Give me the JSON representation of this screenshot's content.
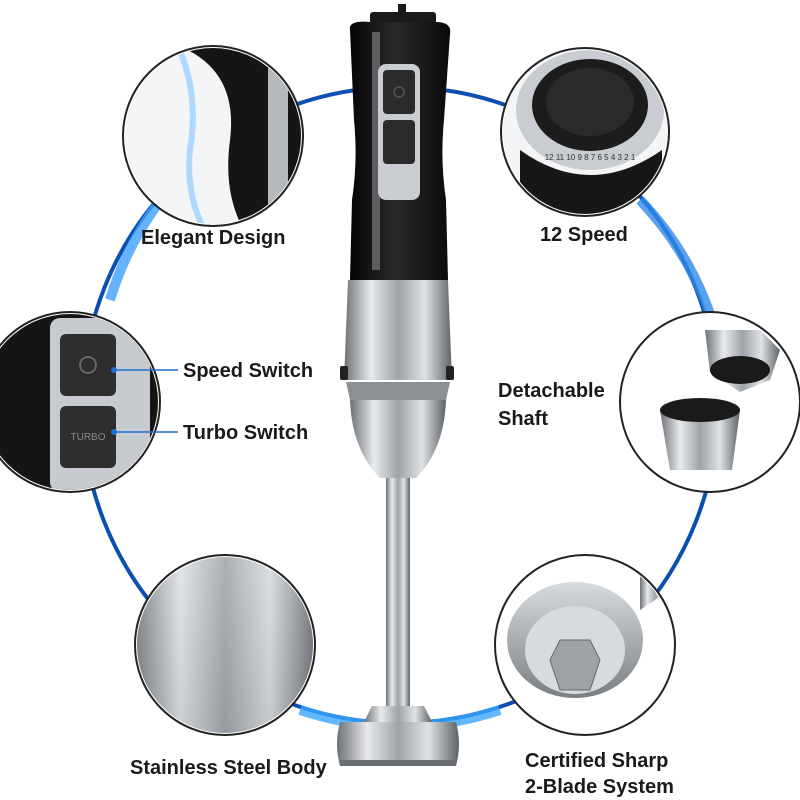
{
  "features": {
    "elegant_design": "Elegant Design",
    "twelve_speed": "12 Speed",
    "speed_switch": "Speed Switch",
    "turbo_switch": "Turbo Switch",
    "detachable_shaft_line1": "Detachable",
    "detachable_shaft_line2": "Shaft",
    "stainless_body": "Stainless Steel Body",
    "blade_line1": "Certified Sharp",
    "blade_line2": "2-Blade System"
  },
  "speed_dial": {
    "numbers": [
      "12",
      "11",
      "10",
      "9",
      "8",
      "7",
      "6",
      "5",
      "4",
      "3",
      "2",
      "1"
    ]
  },
  "switch_panel": {
    "turbo_label": "TURBO"
  },
  "colors": {
    "ring_blue": "#1f6fd1",
    "ring_light": "#8ec8ff",
    "body_black": "#141414",
    "steel": "#b8bcc0"
  }
}
